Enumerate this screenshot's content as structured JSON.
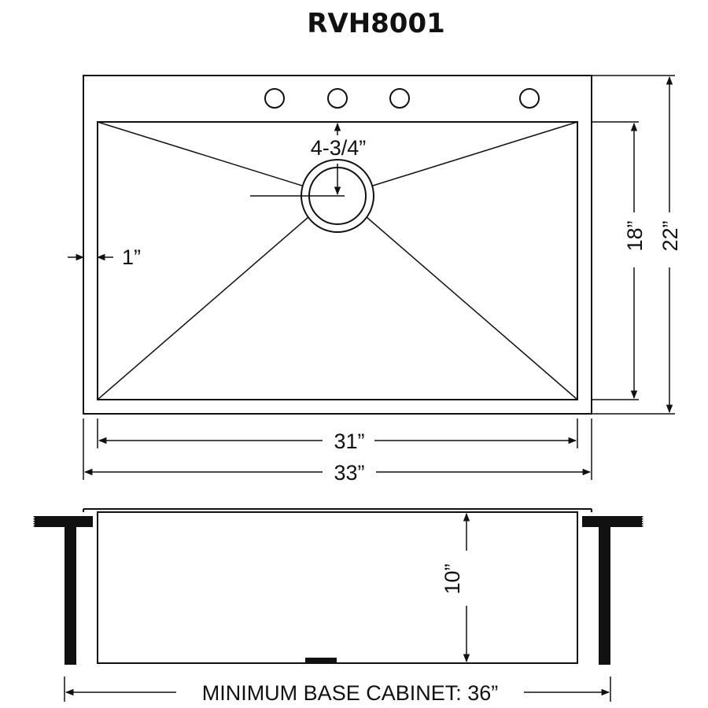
{
  "title": "RVH8001",
  "top_view": {
    "drain_offset_label": "4-3/4”",
    "side_margin_label": "1”",
    "bowl_depth_label": "18”",
    "overall_depth_label": "22”",
    "bowl_width_label": "31”",
    "overall_width_label": "33”",
    "faucet_hole_count": 4
  },
  "side_view": {
    "bowl_height_label": "10”",
    "cabinet_label": "MINIMUM BASE CABINET: 36”"
  }
}
